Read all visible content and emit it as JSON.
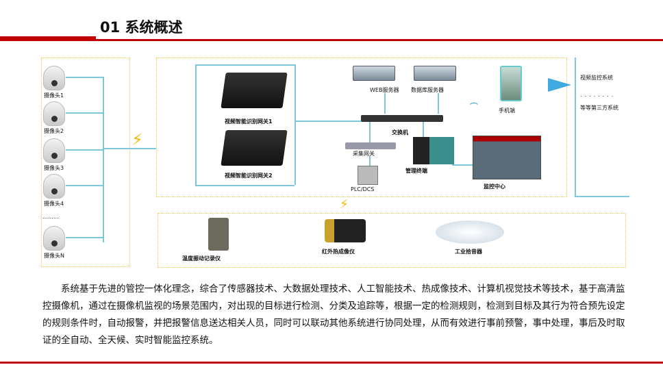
{
  "header": {
    "title": "01 系统概述"
  },
  "cameras": [
    "摄像头1",
    "摄像头2",
    "摄像头3",
    "摄像头4",
    "……...",
    "摄像头N"
  ],
  "gateways": [
    "视频智能识别网关1",
    "视频智能识别网关2"
  ],
  "network": {
    "web_server": "WEB服务器",
    "db_server": "数据库服务器",
    "mobile": "手机端",
    "switch": "交换机",
    "collect_gateway": "采集网关",
    "plc": "PLC/DCS",
    "terminal": "管理终端",
    "monitor_center": "监控中心"
  },
  "third_party": {
    "item1": "视频监控系统",
    "dots": "........",
    "item2": "等等第三方系统"
  },
  "sensors": [
    "温度振动记录仪",
    "红外热成像仪",
    "工业拾音器"
  ],
  "description": "系统基于先进的管控一体化理念，综合了传感器技术、大数据处理技术、人工智能技术、热成像技术、计算机视觉技术等技术，基于高清监控摄像机，通过在摄像机监视的场景范围内，对出现的目标进行检测、分类及追踪等，根据一定的检测规则，检测到目标及其行为符合预先设定的规则条件时，自动报警，并把报警信息送达相关人员，同时可以联动其他系统进行协同处理，从而有效进行事前预警，事中处理，事后及时取证的全自动、全天候、实时智能监控系统。",
  "colors": {
    "accent": "#c00000",
    "line": "#7cc7dc",
    "border": "#f5c242",
    "arrow": "#3fa9e0"
  }
}
